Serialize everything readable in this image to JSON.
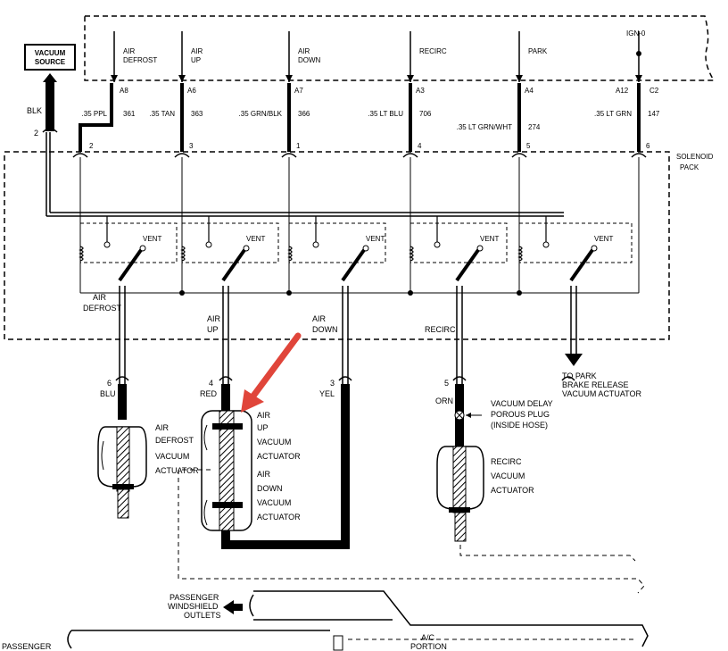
{
  "diagram": {
    "vacuum_source": {
      "line1": "VACUUM",
      "line2": "SOURCE"
    },
    "source_hose_color": "BLK",
    "source_pin": "2",
    "ign_label": "IGN-0",
    "solenoid_pack": {
      "line1": "SOLENOID",
      "line2": "PACK"
    },
    "circuits": [
      {
        "top1": "AIR",
        "top2": "DEFROST",
        "terminal": "A8",
        "wire": ".35 PPL",
        "num": "361",
        "pin": "2"
      },
      {
        "top1": "AIR",
        "top2": "UP",
        "terminal": "A6",
        "wire": ".35 TAN",
        "num": "363",
        "pin": "3"
      },
      {
        "top1": "AIR",
        "top2": "DOWN",
        "terminal": "A7",
        "wire": ".35 GRN/BLK",
        "num": "366",
        "pin": "1"
      },
      {
        "top1": "RECIRC",
        "top2": "",
        "terminal": "A3",
        "wire": ".35 LT BLU",
        "num": "706",
        "pin": "4"
      },
      {
        "top1": "PARK",
        "top2": "",
        "terminal": "A4",
        "wire": ".35 LT GRN/WHT",
        "num": "274",
        "pin": "5"
      },
      {
        "top1": "",
        "top2": "",
        "terminal": "A12",
        "terminal2": "C2",
        "wire": ".35 LT GRN",
        "num": "147",
        "pin": "6"
      }
    ],
    "vent_label": "VENT",
    "outputs": [
      {
        "line1": "AIR",
        "line2": "DEFROST",
        "pin": "6",
        "color": "BLU"
      },
      {
        "line1": "AIR",
        "line2": "UP",
        "pin": "4",
        "color": "RED"
      },
      {
        "line1": "AIR",
        "line2": "DOWN",
        "pin": "3",
        "color": "YEL"
      },
      {
        "line1": "RECIRC",
        "line2": "",
        "pin": "5",
        "color": "ORN"
      }
    ],
    "park_output": {
      "line1": "TO PARK",
      "line2": "BRAKE RELEASE",
      "line3": "VACUUM ACTUATOR"
    },
    "actuators": {
      "defrost": [
        "AIR",
        "DEFROST",
        "VACUUM",
        "ACTUATOR"
      ],
      "air_up": [
        "AIR",
        "UP",
        "VACUUM",
        "ACTUATOR"
      ],
      "air_down": [
        "AIR",
        "DOWN",
        "VACUUM",
        "ACTUATOR"
      ],
      "recirc": [
        "RECIRC",
        "VACUUM",
        "ACTUATOR"
      ]
    },
    "delay_plug": {
      "line1": "VACUUM DELAY",
      "line2": "POROUS PLUG",
      "line3": "(INSIDE HOSE)"
    },
    "passenger_outlets": {
      "line1": "PASSENGER",
      "line2": "WINDSHIELD",
      "line3": "OUTLETS"
    },
    "ac_portion": {
      "line1": "A/C",
      "line2": "PORTION"
    },
    "passenger_cut": "PASSENGER",
    "arrow_color": "#e0453a",
    "ink_color": "#000000"
  }
}
